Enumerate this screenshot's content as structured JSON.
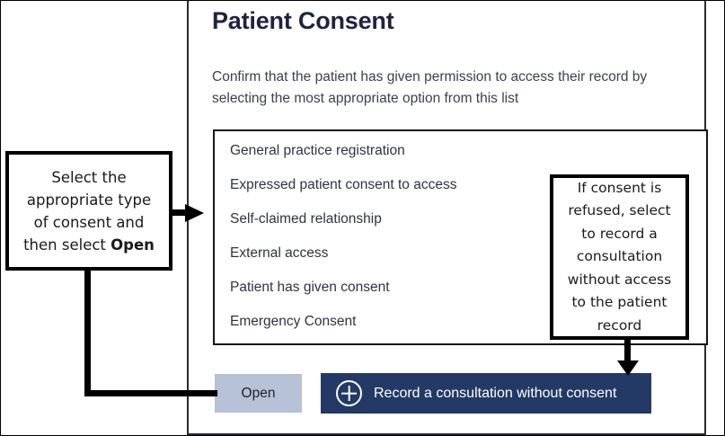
{
  "panel": {
    "title": "Patient Consent",
    "description": "Confirm that the patient has given permission to access their record by selecting the most appropriate option from this list",
    "consent_options": [
      "General practice registration",
      "Expressed patient consent to access",
      "Self-claimed relationship",
      "External access",
      "Patient has given consent",
      "Emergency Consent"
    ],
    "buttons": {
      "open_label": "Open",
      "record_label": "Record a consultation without consent",
      "record_icon": "plus-circle-icon"
    }
  },
  "annotations": {
    "left": {
      "line1": "Select the",
      "line2": "appropriate type",
      "line3": "of consent and",
      "line4_prefix": "then select ",
      "line4_bold": "Open"
    },
    "right": {
      "text": "If consent is refused, select to record a consultation without access to the patient record"
    }
  },
  "colors": {
    "panel_border": "#2a2a33",
    "title_text": "#1f2340",
    "body_text": "#3b3f52",
    "listbox_border": "#16161a",
    "open_button_bg": "#b7c2d6",
    "record_button_bg": "#233a66",
    "record_button_text": "#ffffff",
    "annotation_border": "#000000",
    "annotation_text": "#1a1a1a"
  }
}
